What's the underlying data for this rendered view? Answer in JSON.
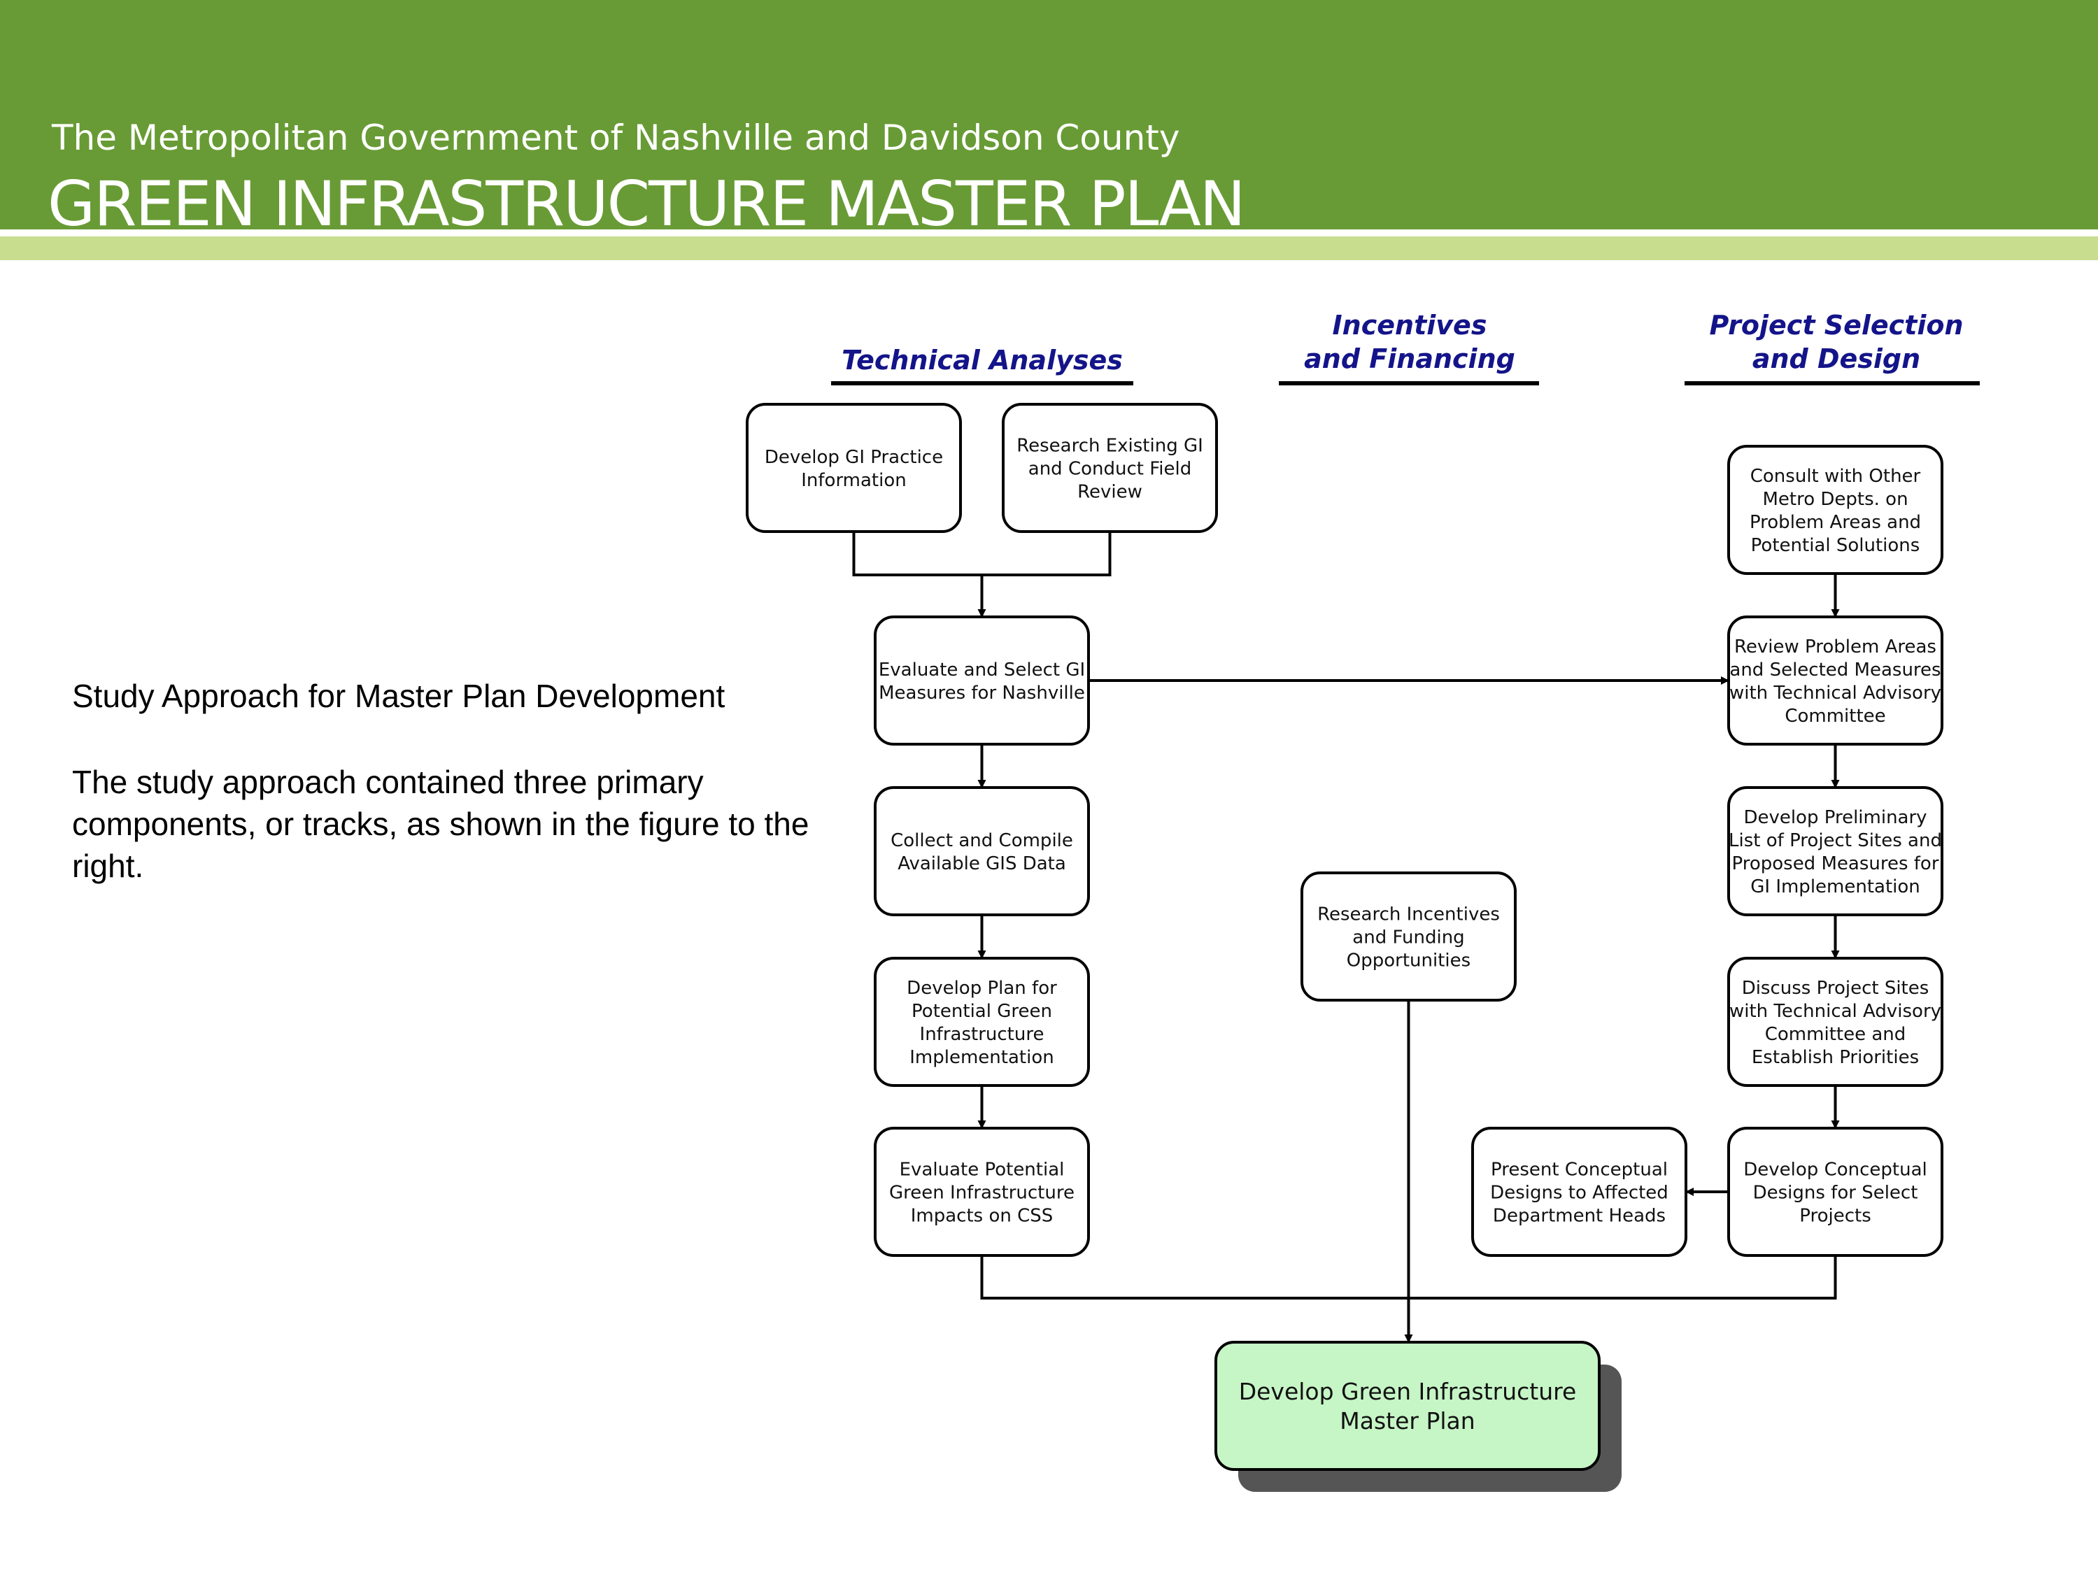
{
  "header": {
    "subtitle": "The Metropolitan Government of Nashville and Davidson County",
    "title": "GREEN INFRASTRUCTURE MASTER PLAN",
    "colors": {
      "banner": "#689b35",
      "stripe": "#c8de8e"
    }
  },
  "sidebar": {
    "caption": "Study Approach for Master Plan Development",
    "description": "The study approach contained three primary components, or tracks, as shown in the figure to the right."
  },
  "diagram": {
    "tracks": [
      {
        "id": "technical",
        "lines": [
          "Technical Analyses"
        ]
      },
      {
        "id": "incentives",
        "lines": [
          "Incentives",
          "and Financing"
        ]
      },
      {
        "id": "project",
        "lines": [
          "Project Selection",
          "and Design"
        ]
      }
    ],
    "nodes": [
      {
        "id": "practice",
        "lines": [
          "Develop GI Practice",
          "Information"
        ]
      },
      {
        "id": "research",
        "lines": [
          "Research Existing GI",
          "and Conduct Field",
          "Review"
        ]
      },
      {
        "id": "evaluate",
        "lines": [
          "Evaluate and Select GI",
          "Measures for Nashville"
        ]
      },
      {
        "id": "collect",
        "lines": [
          "Collect and Compile",
          "Available GIS Data"
        ]
      },
      {
        "id": "plan",
        "lines": [
          "Develop Plan for",
          "Potential Green",
          "Infrastructure",
          "Implementation"
        ]
      },
      {
        "id": "css",
        "lines": [
          "Evaluate Potential",
          "Green Infrastructure",
          "Impacts on CSS"
        ]
      },
      {
        "id": "incentive_research",
        "lines": [
          "Research Incentives",
          "and Funding",
          "Opportunities"
        ]
      },
      {
        "id": "consult",
        "lines": [
          "Consult with Other",
          "Metro Depts. on",
          "Problem Areas and",
          "Potential Solutions"
        ]
      },
      {
        "id": "review",
        "lines": [
          "Review Problem Areas",
          "and Selected Measures",
          "with Technical Advisory",
          "Committee"
        ]
      },
      {
        "id": "prelim",
        "lines": [
          "Develop Preliminary",
          "List of Project Sites and",
          "Proposed Measures for",
          "GI Implementation"
        ]
      },
      {
        "id": "discuss",
        "lines": [
          "Discuss Project Sites",
          "with Technical Advisory",
          "Committee and",
          "Establish Priorities"
        ]
      },
      {
        "id": "concept",
        "lines": [
          "Develop Conceptual",
          "Designs for Select",
          "Projects"
        ]
      },
      {
        "id": "present",
        "lines": [
          "Present Conceptual",
          "Designs to Affected",
          "Department Heads"
        ]
      },
      {
        "id": "final",
        "lines": [
          "Develop Green Infrastructure",
          "Master Plan"
        ]
      }
    ],
    "colors": {
      "final_fill": "#c6f5c6",
      "shadow": "#555555",
      "track_text": "#14148a"
    }
  }
}
